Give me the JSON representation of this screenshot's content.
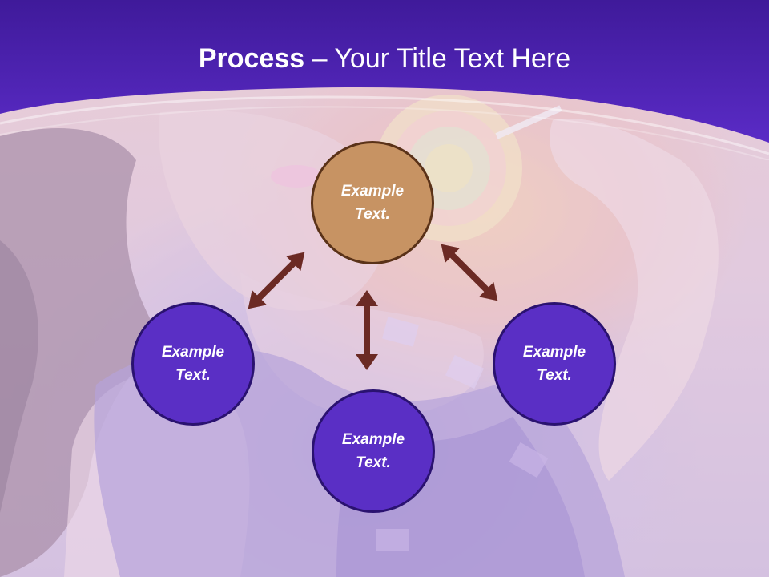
{
  "slide": {
    "title_bold": "Process",
    "title_rest": " – Your Title Text Here"
  },
  "diagram": {
    "nodes": [
      {
        "id": "top",
        "text": "Example Text."
      },
      {
        "id": "left",
        "text": "Example Text."
      },
      {
        "id": "bottom",
        "text": "Example Text."
      },
      {
        "id": "right",
        "text": "Example Text."
      }
    ]
  },
  "colors": {
    "banner": "#4b1fb0",
    "purple_node": "#5a2fc5",
    "tan_node": "#c79363",
    "arrow": "#6b2a24"
  }
}
